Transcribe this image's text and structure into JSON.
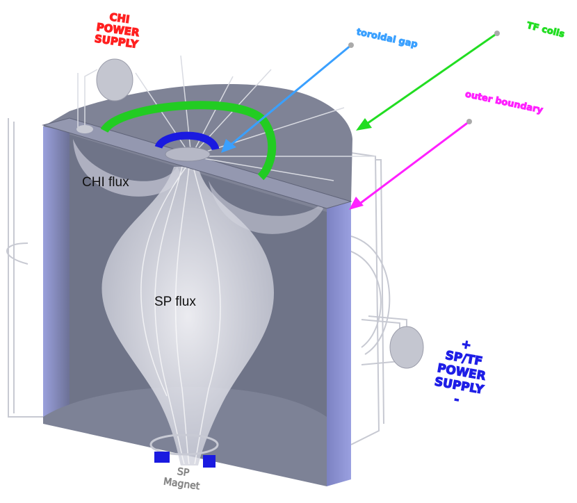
{
  "labels": {
    "chi_power_supply": [
      "CHI",
      "POWER",
      "SUPPLY"
    ],
    "toroidal_gap": "toroidal gap",
    "tf_coils": "TF coils",
    "outer_boundary": "outer boundary",
    "chi_flux": "CHI flux",
    "sp_flux": "SP flux",
    "sp_tf_power_supply": [
      "+",
      "SP/TF",
      "POWER",
      "SUPPLY",
      "-"
    ],
    "sp_magnet": [
      "SP",
      "Magnet"
    ]
  },
  "colors": {
    "chi_power_supply": "#ff2020",
    "toroidal_gap": "#3aa0ff",
    "tf_coils": "#22dd22",
    "outer_boundary": "#ff20ff",
    "sp_tf_power_supply": "#1e1ee6",
    "vessel_top": "#7f8396",
    "vessel_inner": "#6f7488",
    "vessel_wall_cut": "#8a90c8",
    "gap_coil": "#1a1ae0"
  }
}
